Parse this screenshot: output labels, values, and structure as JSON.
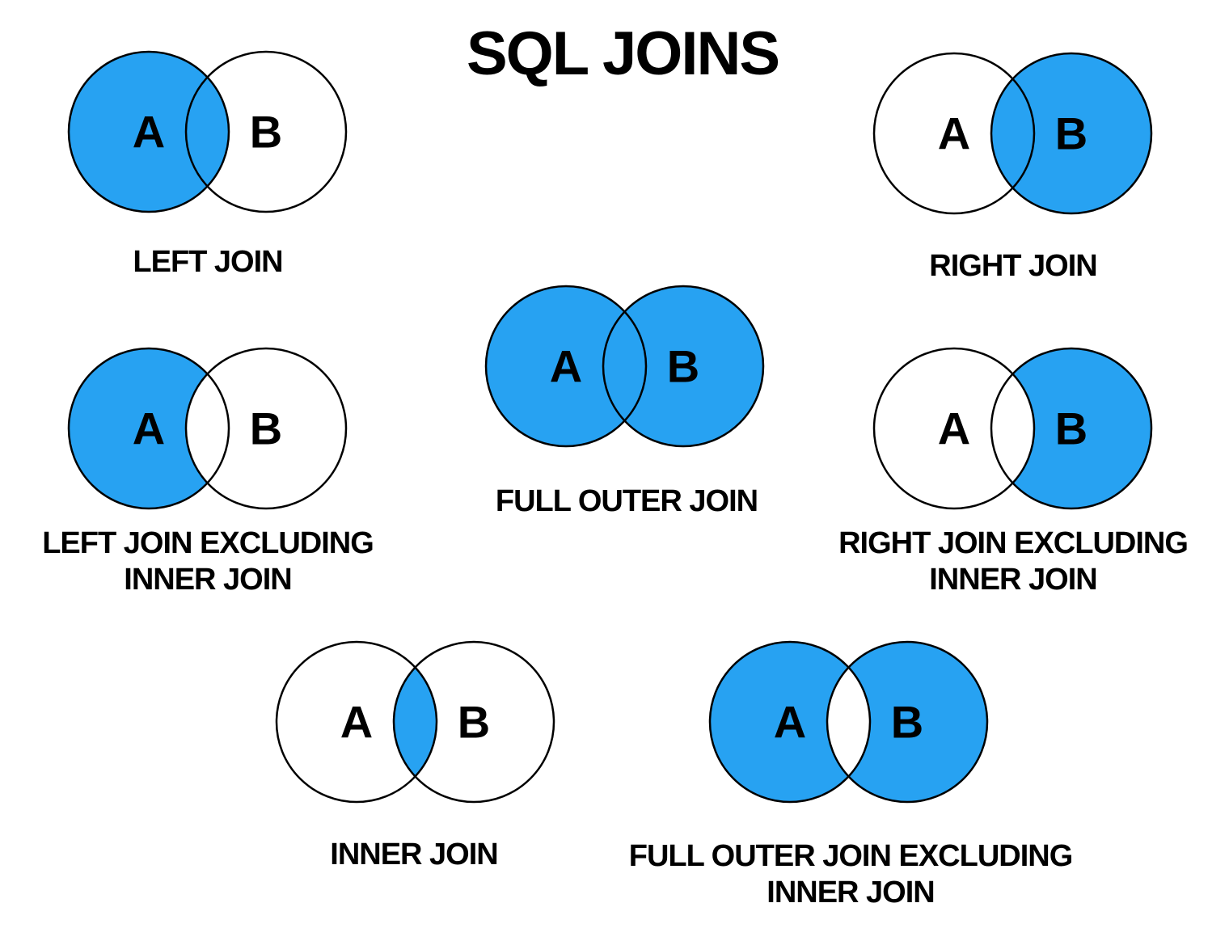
{
  "title": "SQL JOINS",
  "set_labels": {
    "a": "A",
    "b": "B"
  },
  "colors": {
    "blue": "#27A2F2",
    "white": "#FFFFFF",
    "stroke": "#000000",
    "text": "#000000",
    "background": "#FFFFFF"
  },
  "diagrams": [
    {
      "name": "left-join",
      "caption_lines": [
        "LEFT JOIN"
      ],
      "regions": {
        "left": "#27A2F2",
        "overlap": "#27A2F2",
        "right": "#FFFFFF"
      }
    },
    {
      "name": "right-join",
      "caption_lines": [
        "RIGHT JOIN"
      ],
      "regions": {
        "left": "#FFFFFF",
        "overlap": "#27A2F2",
        "right": "#27A2F2"
      }
    },
    {
      "name": "left-join-excluding-inner-join",
      "caption_lines": [
        "LEFT JOIN EXCLUDING",
        "INNER JOIN"
      ],
      "regions": {
        "left": "#27A2F2",
        "overlap": "#FFFFFF",
        "right": "#FFFFFF"
      }
    },
    {
      "name": "full-outer-join",
      "caption_lines": [
        "FULL OUTER JOIN"
      ],
      "regions": {
        "left": "#27A2F2",
        "overlap": "#27A2F2",
        "right": "#27A2F2"
      }
    },
    {
      "name": "right-join-excluding-inner-join",
      "caption_lines": [
        "RIGHT JOIN EXCLUDING",
        "INNER JOIN"
      ],
      "regions": {
        "left": "#FFFFFF",
        "overlap": "#FFFFFF",
        "right": "#27A2F2"
      }
    },
    {
      "name": "inner-join",
      "caption_lines": [
        "INNER JOIN"
      ],
      "regions": {
        "left": "#FFFFFF",
        "overlap": "#27A2F2",
        "right": "#FFFFFF"
      }
    },
    {
      "name": "full-outer-join-excluding-inner-join",
      "caption_lines": [
        "FULL OUTER JOIN EXCLUDING",
        "INNER JOIN"
      ],
      "regions": {
        "left": "#27A2F2",
        "overlap": "#FFFFFF",
        "right": "#27A2F2"
      }
    }
  ]
}
